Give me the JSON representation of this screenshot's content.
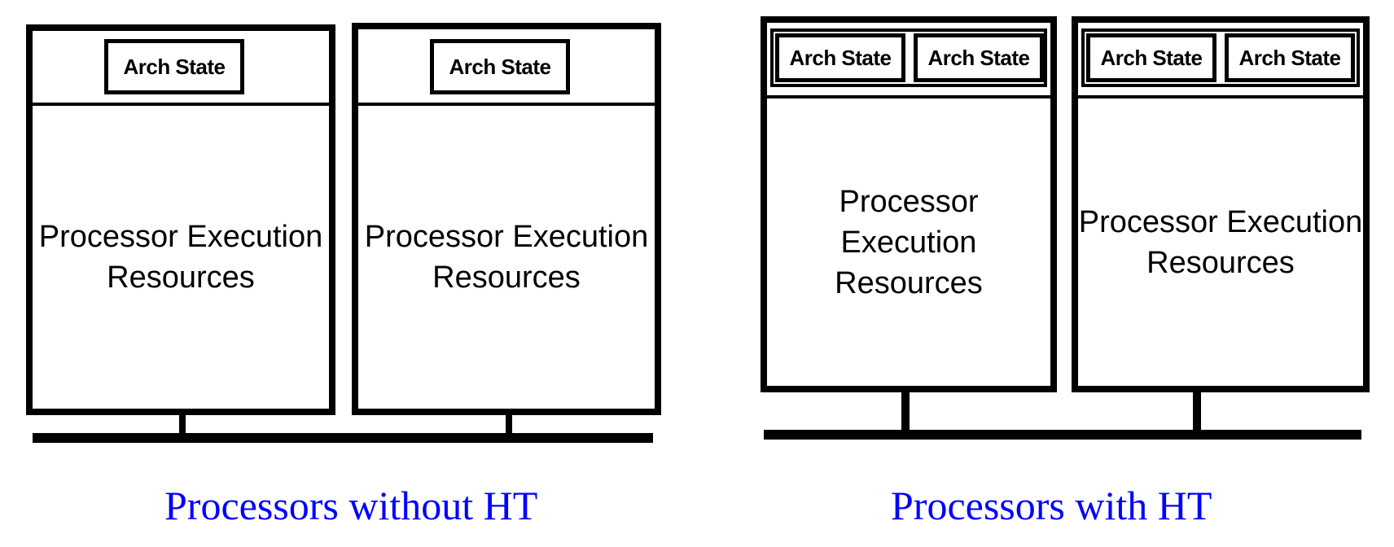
{
  "groups": [
    {
      "caption": "Processors without HT",
      "processors": [
        {
          "arch_states": [
            "Arch State"
          ],
          "exec_line1": "Processor Execution",
          "exec_line2": "Resources"
        },
        {
          "arch_states": [
            "Arch State"
          ],
          "exec_line1": "Processor Execution",
          "exec_line2": "Resources"
        }
      ]
    },
    {
      "caption": "Processors with HT",
      "processors": [
        {
          "arch_states": [
            "Arch State",
            "Arch State"
          ],
          "exec_line1": "Processor Execution",
          "exec_line2": "Resources"
        },
        {
          "arch_states": [
            "Arch State",
            "Arch State"
          ],
          "exec_line1": "Processor Execution",
          "exec_line2": "Resources"
        }
      ]
    }
  ]
}
